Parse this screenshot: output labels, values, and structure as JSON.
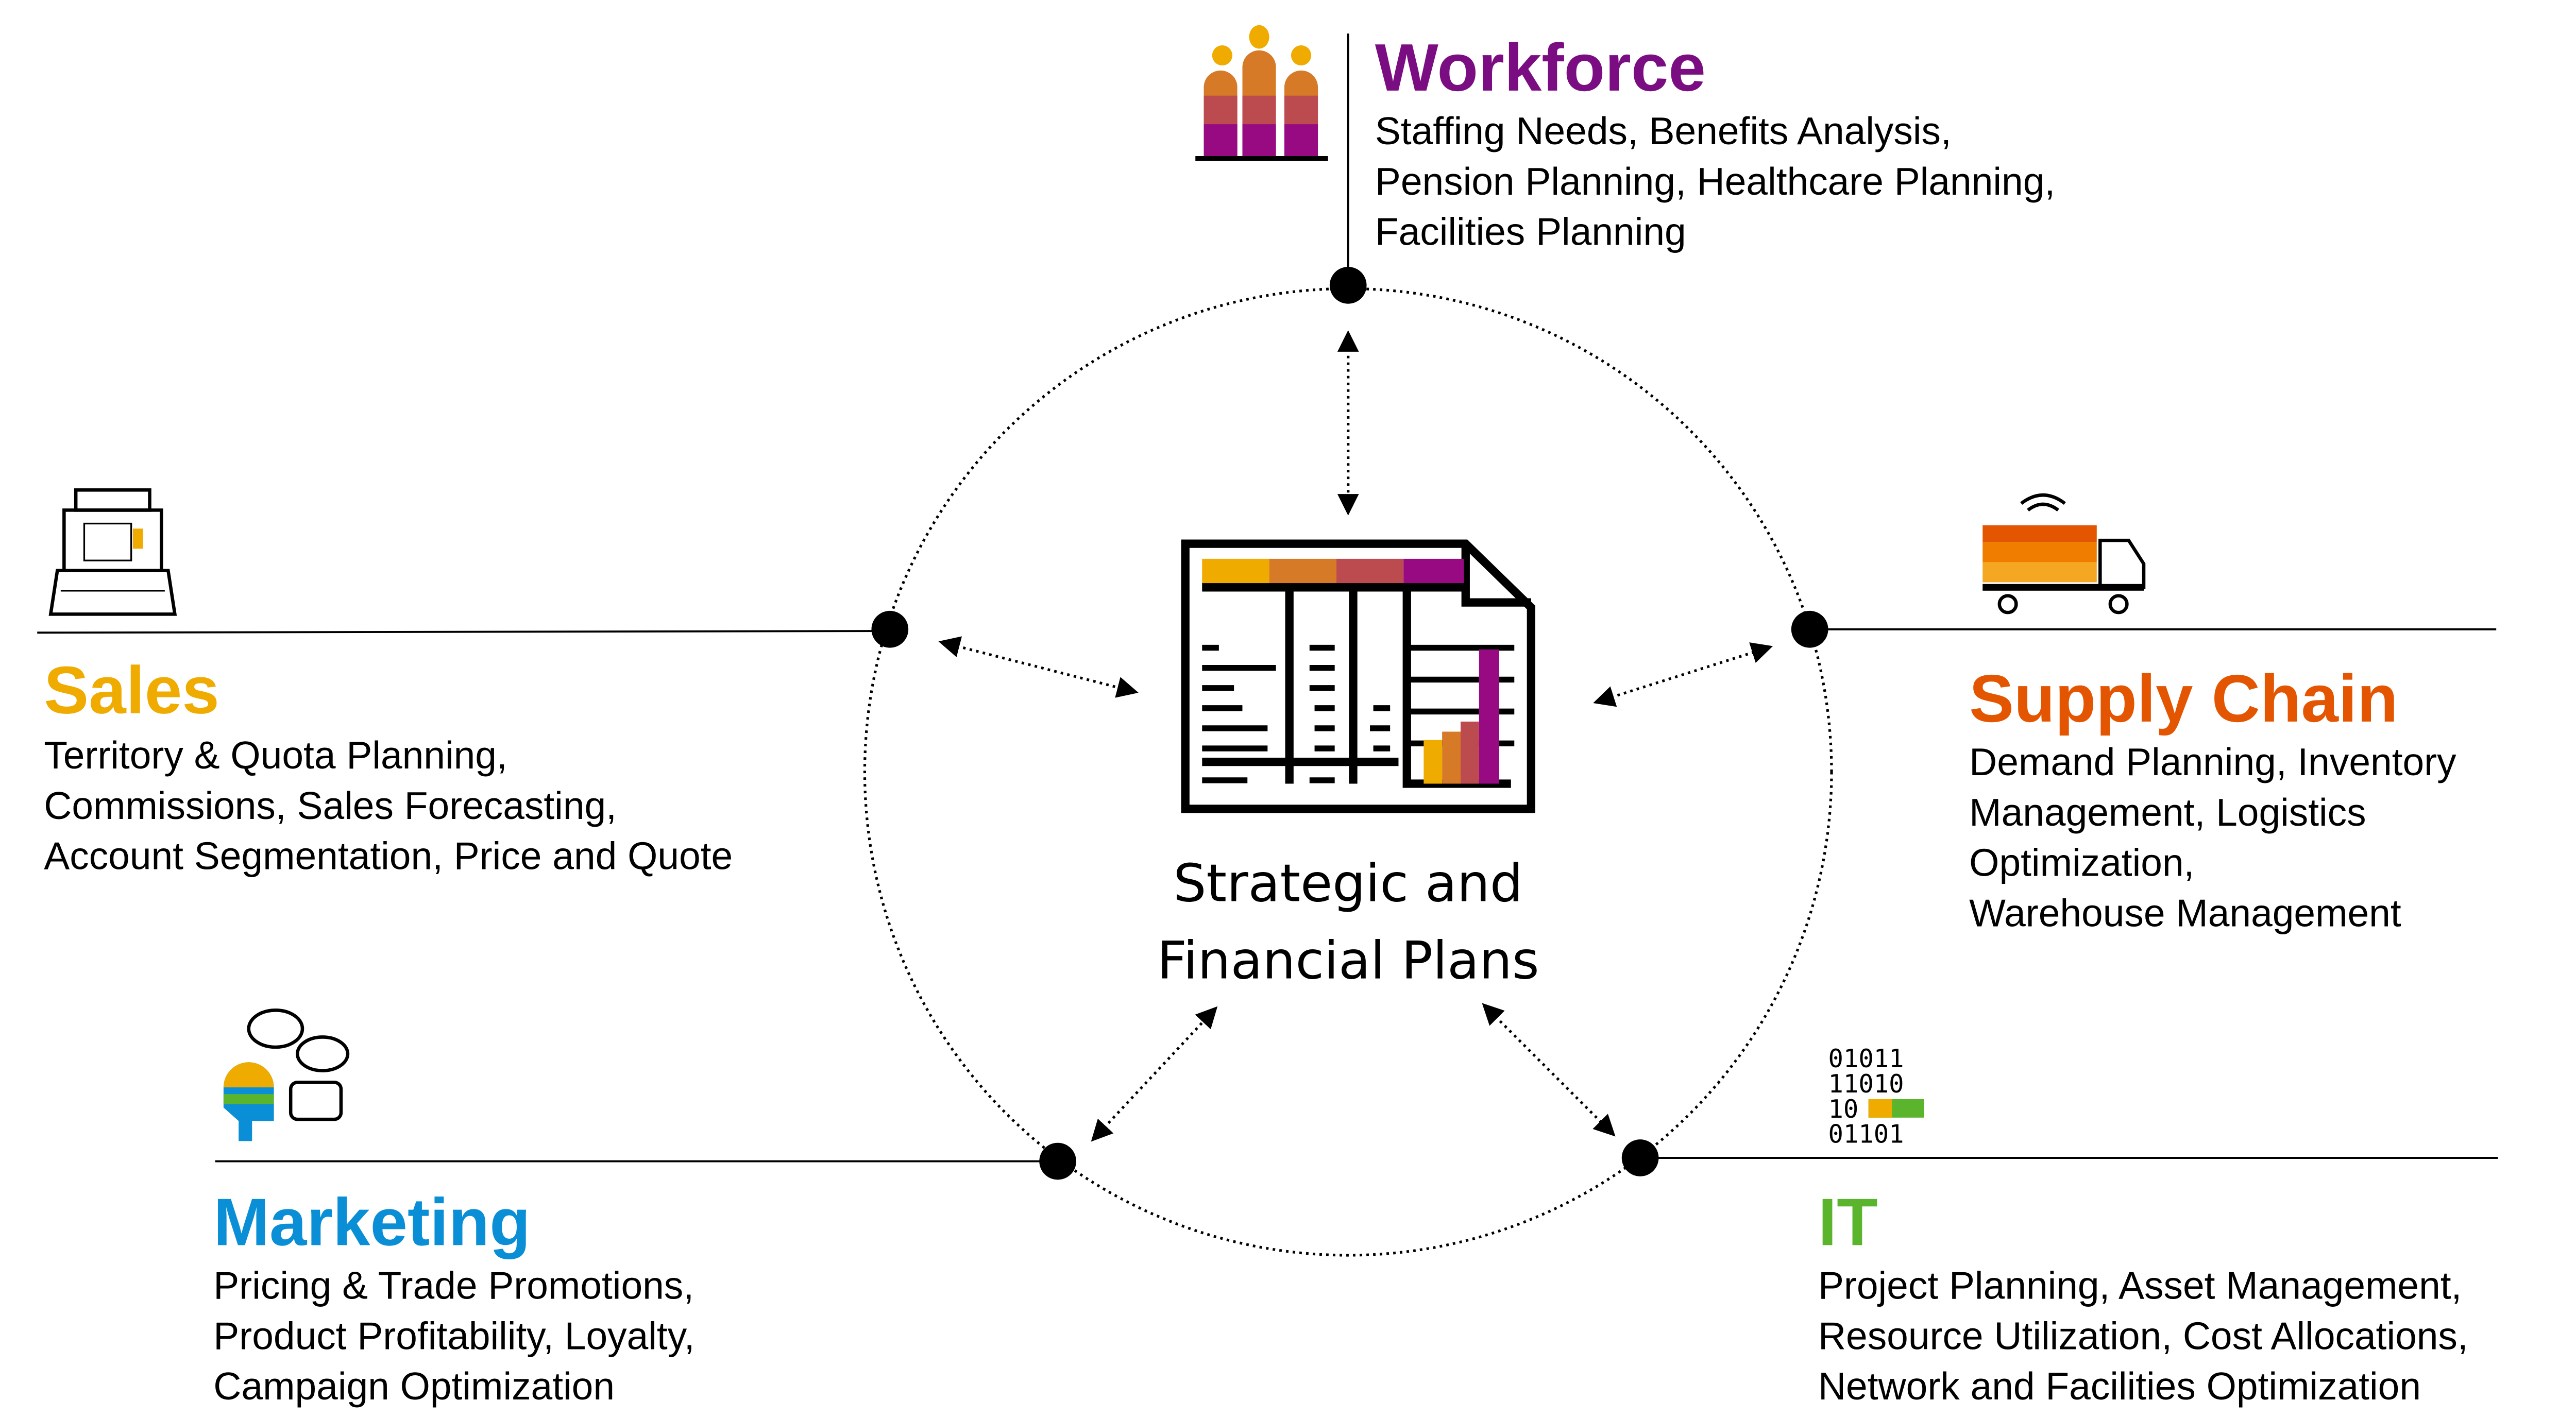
{
  "center": {
    "line1": "Strategic and",
    "line2": "Financial Plans",
    "icon": "spreadsheet-chart-icon"
  },
  "colors": {
    "workforce": "#7b0d82",
    "sales": "#f0ab00",
    "supply_chain": "#e35500",
    "marketing": "#0a8fd6",
    "it": "#5ab52c"
  },
  "workforce": {
    "title": "Workforce",
    "icon": "people-icon",
    "lines": [
      "Staffing Needs, Benefits Analysis,",
      "Pension Planning, Healthcare Planning,",
      "Facilities Planning"
    ]
  },
  "sales": {
    "title": "Sales",
    "icon": "cash-register-icon",
    "lines": [
      "Territory  & Quota Planning,",
      "Commissions, Sales Forecasting,",
      "Account Segmentation, Price and Quote"
    ]
  },
  "supply_chain": {
    "title": "Supply Chain",
    "icon": "delivery-truck-icon",
    "lines": [
      "Demand Planning, Inventory",
      "Management, Logistics",
      "Optimization,",
      "Warehouse Management"
    ]
  },
  "marketing": {
    "title": "Marketing",
    "icon": "social-feedback-icon",
    "lines": [
      "Pricing & Trade  Promotions,",
      "Product Profitability, Loyalty,",
      "Campaign Optimization"
    ]
  },
  "it": {
    "title": "IT",
    "icon": "binary-data-icon",
    "binary": [
      "01011",
      "11010",
      "10",
      "01101"
    ],
    "lines": [
      "Project Planning, Asset Management,",
      "Resource Utilization, Cost Allocations,",
      "Network and Facilities Optimization"
    ]
  }
}
